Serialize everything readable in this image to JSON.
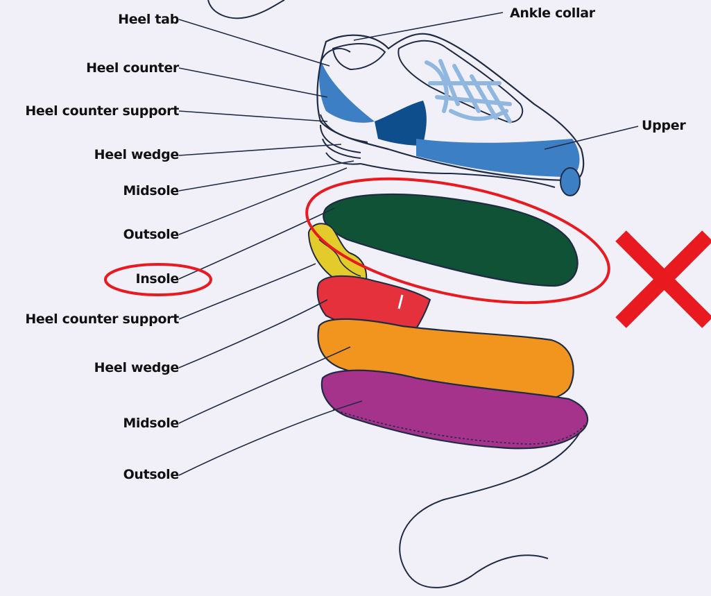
{
  "labels": {
    "heel_tab": "Heel tab",
    "heel_counter": "Heel counter",
    "heel_counter_support_top": "Heel counter support",
    "heel_wedge_top": "Heel wedge",
    "midsole_top": "Midsole",
    "outsole_top": "Outsole",
    "insole": "Insole",
    "heel_counter_support_bottom": "Heel counter support",
    "heel_wedge_bottom": "Heel wedge",
    "midsole_bottom": "Midsole",
    "outsole_bottom": "Outsole",
    "ankle_collar": "Ankle collar",
    "upper": "Upper"
  },
  "colors": {
    "background": "#f1eff7",
    "outline": "#1f2a44",
    "shoe_blue": "#3d7fc4",
    "shoe_dark_blue": "#0f4e8c",
    "lace_light_blue": "#8fb7e0",
    "insole_green": "#0f5235",
    "heel_counter_support_yellow": "#e3cb2b",
    "heel_wedge_red": "#e5313b",
    "midsole_orange": "#f2951f",
    "outsole_purple": "#a5338c",
    "annotation_red": "#e8191f"
  },
  "annotations": {
    "insole_label_circled": true,
    "insole_part_circled": true,
    "cross_mark": "red-x"
  }
}
